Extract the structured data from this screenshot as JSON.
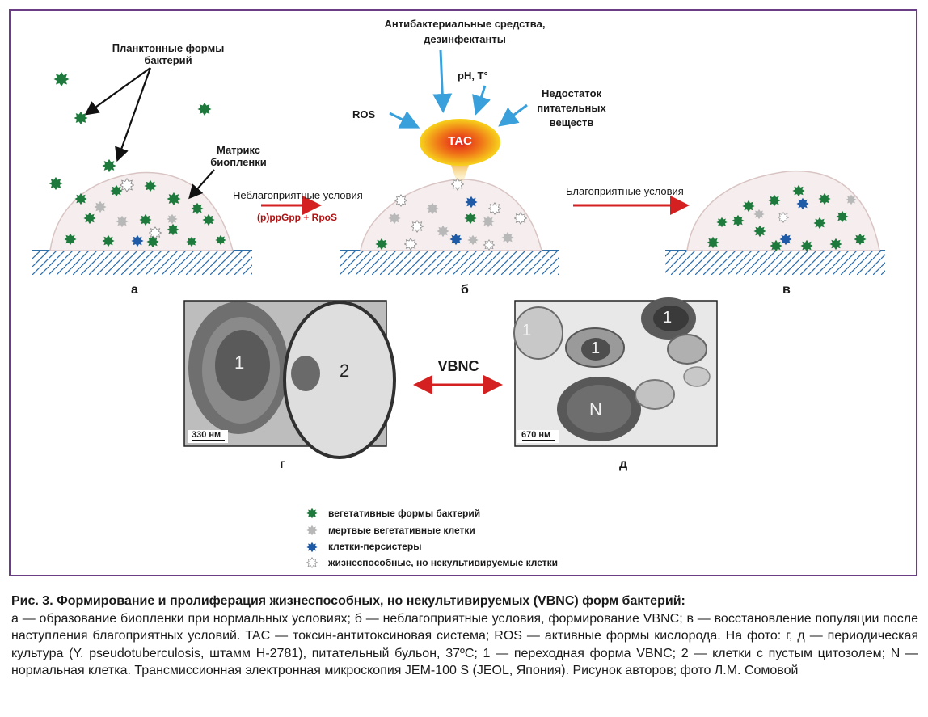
{
  "labels": {
    "plankton": "Планктонные формы бактерий",
    "matrix": "Матрикс биопленки",
    "antibacterial": "Антибактериальные средства, дезинфектанты",
    "ph_t": "pH, T°",
    "ros": "ROS",
    "nutrients": "Недостаток питательных веществ",
    "tac": "TAC",
    "unfavorable": "Неблагоприятные условия",
    "ppgpp": "(p)ppGpp + RpoS",
    "favorable": "Благоприятные условия",
    "vbnc": "VBNC"
  },
  "panels": {
    "a": "а",
    "b": "б",
    "v": "в",
    "g": "г",
    "d": "д"
  },
  "photos": {
    "left": {
      "scale": "330 нм",
      "labels": [
        "1",
        "2"
      ]
    },
    "right": {
      "scale": "670 нм",
      "labels": [
        "1",
        "1",
        "1",
        "N"
      ]
    }
  },
  "legend": [
    {
      "text": "вегетативные формы бактерий",
      "color": "#1e7a3c"
    },
    {
      "text": "мертвые вегетативные клетки",
      "color": "#b8b8b8"
    },
    {
      "text": "клетки-персистеры",
      "color": "#1f5aa6"
    },
    {
      "text": "жизнеспособные, но некультивируемые клетки",
      "color": "#ffffff"
    }
  ],
  "colors": {
    "vegetative": "#1e7a3c",
    "dead": "#b8b8b8",
    "persister": "#1f5aa6",
    "arrow_blue": "#3aa0dc",
    "arrow_red": "#d42020",
    "frame": "#6a3d84"
  },
  "caption": {
    "title": "Рис. 3. Формирование и пролиферация жизнеспособных, но некультивируемых (VBNC) форм бактерий:",
    "body": "а — образование биопленки при нормальных условиях; б — неблагоприятные условия, формирование VBNC; в — восстановление популяции после наступления благоприятных условий. TAC — токсин-антитоксиновая система; ROS — активные формы кислорода. На фото: г, д — периодическая культура (Y. pseudotuberculosis, штамм H-2781), питательный бульон, 37ºС; 1 — переходная форма VBNC; 2 — клетки с пустым цитозолем; N — нормальная клетка. Трансмиссионная электронная микроскопия JEM-100 S (JEOL, Япония). Рисунок авторов; фото Л.М. Сомовой"
  }
}
